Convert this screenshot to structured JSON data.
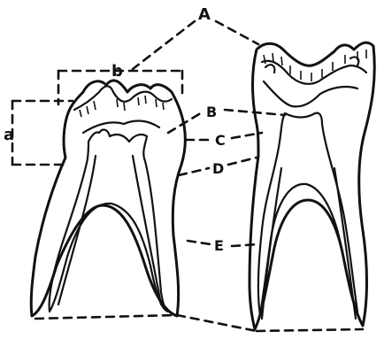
{
  "labels": {
    "A": "A",
    "B": "B",
    "C": "C",
    "D": "D",
    "E": "E",
    "a": "a",
    "b": "b"
  }
}
